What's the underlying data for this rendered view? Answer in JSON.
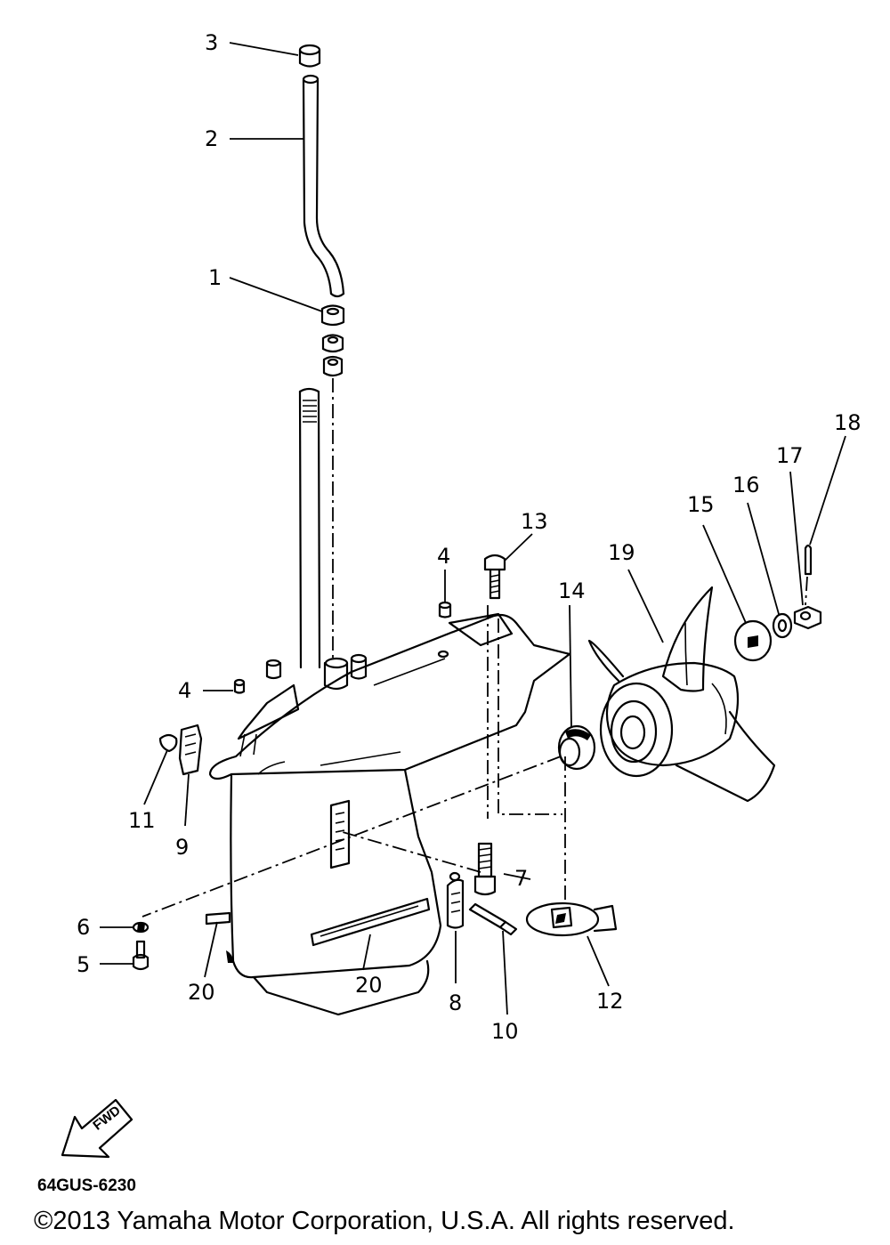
{
  "diagram": {
    "part_labels": {
      "p1": "1",
      "p2": "2",
      "p3": "3",
      "p4a": "4",
      "p4b": "4",
      "p5": "5",
      "p6": "6",
      "p7": "7",
      "p8": "8",
      "p9": "9",
      "p10": "10",
      "p11": "11",
      "p12": "12",
      "p13": "13",
      "p14": "14",
      "p15": "15",
      "p16": "16",
      "p17": "17",
      "p18": "18",
      "p19": "19",
      "p20a": "20",
      "p20b": "20"
    },
    "direction_marker": "FWD",
    "drawing_code": "64GUS-6230",
    "copyright": "©2013 Yamaha Motor Corporation, U.S.A. All rights reserved."
  }
}
